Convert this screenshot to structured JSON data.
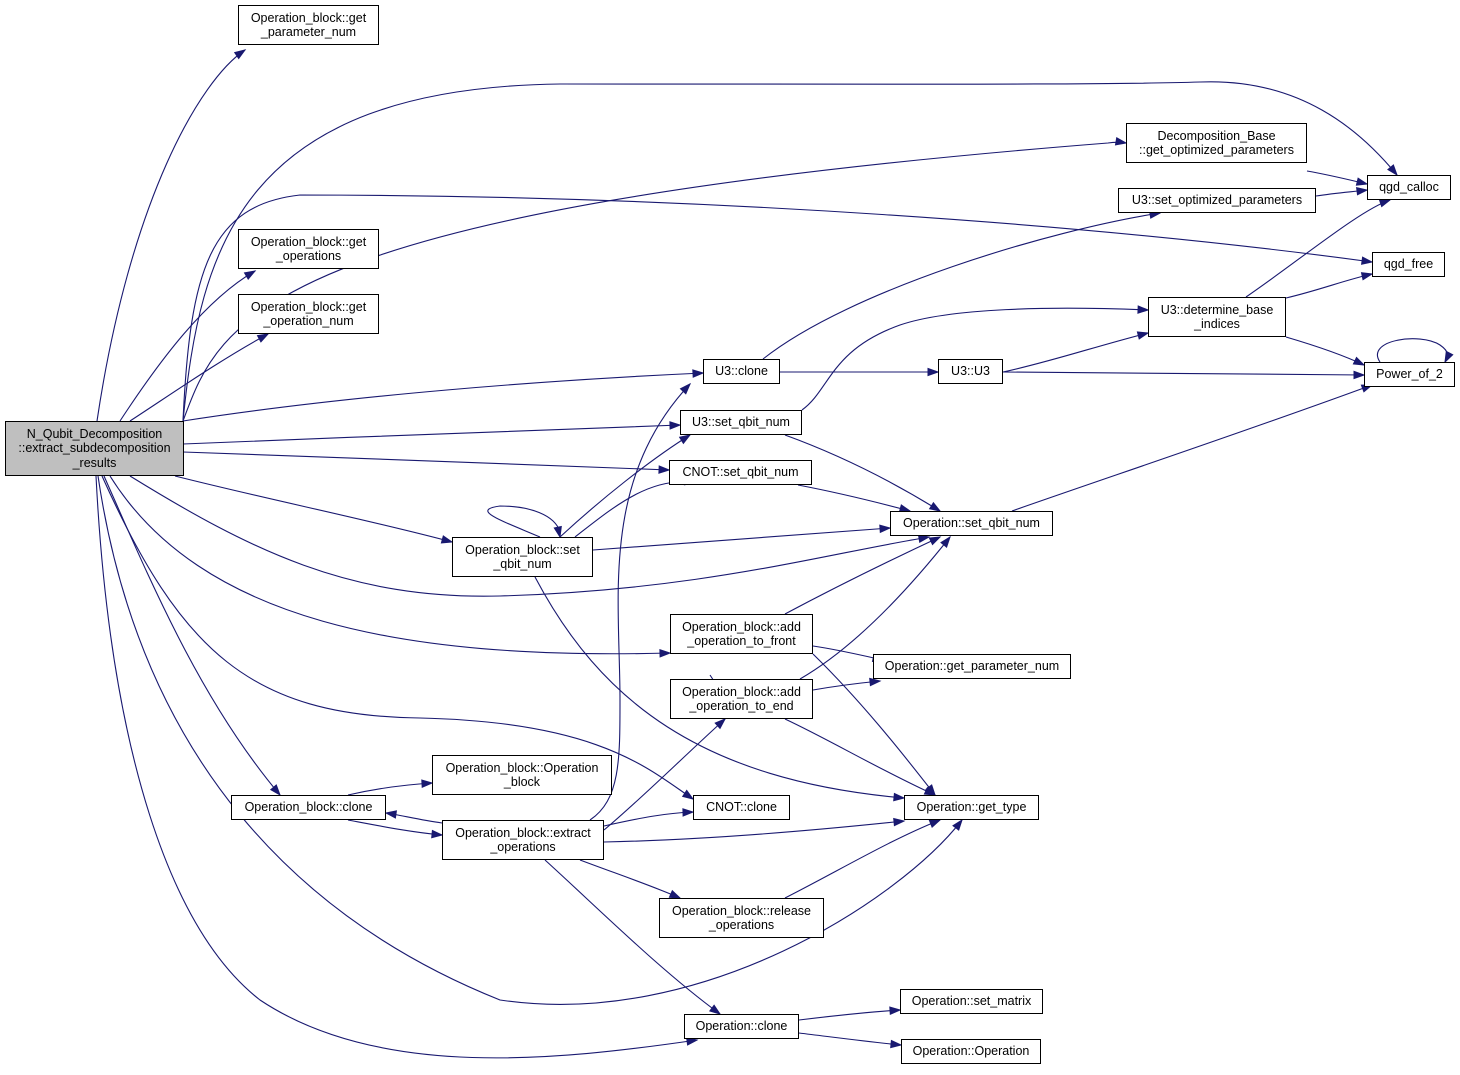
{
  "diagram": {
    "nodes": [
      {
        "id": "root",
        "lines": [
          "N_Qubit_Decomposition",
          "::extract_subdecomposition",
          "_results"
        ],
        "root": true
      },
      {
        "id": "ob_get_param_num",
        "lines": [
          "Operation_block::get",
          "_parameter_num"
        ]
      },
      {
        "id": "ob_get_operations",
        "lines": [
          "Operation_block::get",
          "_operations"
        ]
      },
      {
        "id": "ob_get_operation_num",
        "lines": [
          "Operation_block::get",
          "_operation_num"
        ]
      },
      {
        "id": "decomp_get_opt",
        "lines": [
          "Decomposition_Base",
          "::get_optimized_parameters"
        ]
      },
      {
        "id": "u3_set_opt",
        "lines": [
          "U3::set_optimized_parameters"
        ]
      },
      {
        "id": "qgd_calloc",
        "lines": [
          "qgd_calloc"
        ]
      },
      {
        "id": "qgd_free",
        "lines": [
          "qgd_free"
        ]
      },
      {
        "id": "u3_determine",
        "lines": [
          "U3::determine_base",
          "_indices"
        ]
      },
      {
        "id": "power_of_2",
        "lines": [
          "Power_of_2"
        ]
      },
      {
        "id": "u3_clone",
        "lines": [
          "U3::clone"
        ]
      },
      {
        "id": "u3_u3",
        "lines": [
          "U3::U3"
        ]
      },
      {
        "id": "u3_set_qbit",
        "lines": [
          "U3::set_qbit_num"
        ]
      },
      {
        "id": "cnot_set_qbit",
        "lines": [
          "CNOT::set_qbit_num"
        ]
      },
      {
        "id": "op_set_qbit",
        "lines": [
          "Operation::set_qbit_num"
        ]
      },
      {
        "id": "ob_set_qbit",
        "lines": [
          "Operation_block::set",
          "_qbit_num"
        ]
      },
      {
        "id": "ob_add_front",
        "lines": [
          "Operation_block::add",
          "_operation_to_front"
        ]
      },
      {
        "id": "op_get_param_num",
        "lines": [
          "Operation::get_parameter_num"
        ]
      },
      {
        "id": "ob_add_end",
        "lines": [
          "Operation_block::add",
          "_operation_to_end"
        ]
      },
      {
        "id": "ob_ctor",
        "lines": [
          "Operation_block::Operation",
          "_block"
        ]
      },
      {
        "id": "ob_clone",
        "lines": [
          "Operation_block::clone"
        ]
      },
      {
        "id": "cnot_clone",
        "lines": [
          "CNOT::clone"
        ]
      },
      {
        "id": "op_get_type",
        "lines": [
          "Operation::get_type"
        ]
      },
      {
        "id": "ob_extract",
        "lines": [
          "Operation_block::extract",
          "_operations"
        ]
      },
      {
        "id": "ob_release",
        "lines": [
          "Operation_block::release",
          "_operations"
        ]
      },
      {
        "id": "op_set_matrix",
        "lines": [
          "Operation::set_matrix"
        ]
      },
      {
        "id": "op_clone",
        "lines": [
          "Operation::clone"
        ]
      },
      {
        "id": "op_ctor",
        "lines": [
          "Operation::Operation"
        ]
      }
    ],
    "colors": {
      "edge": "#191970",
      "root_fill": "#bfbfbf",
      "node_fill": "#ffffff",
      "border": "#000000"
    }
  }
}
